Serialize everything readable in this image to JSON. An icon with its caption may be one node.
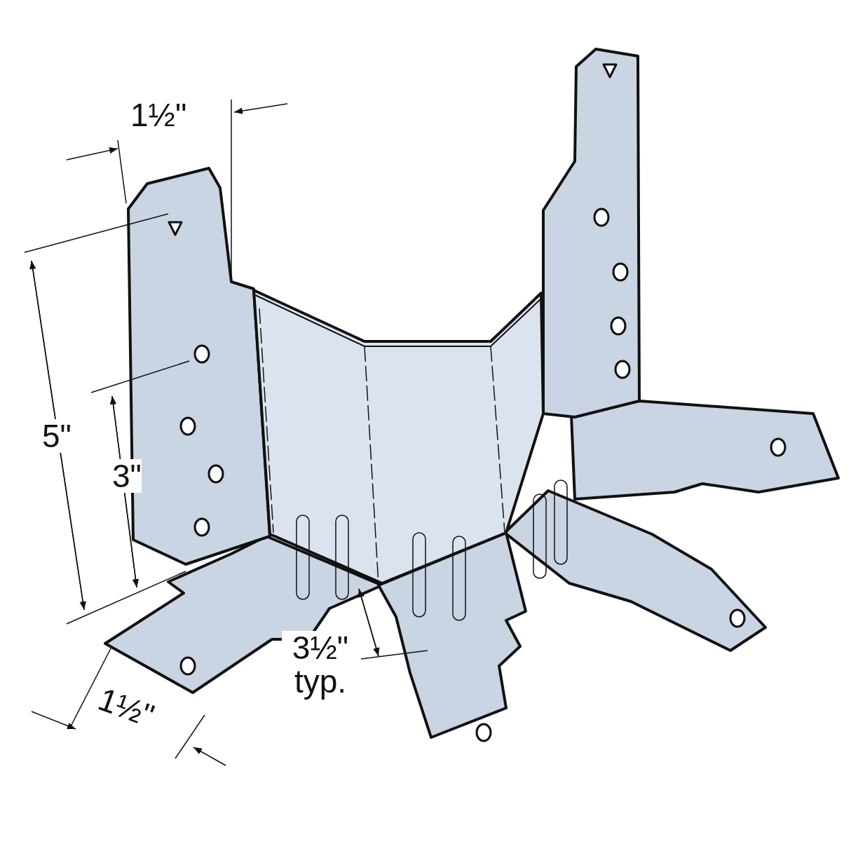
{
  "diagram": {
    "labels": [
      "1½\"",
      "5\"",
      "3\"",
      "3½\" typ.",
      "1½\""
    ]
  }
}
